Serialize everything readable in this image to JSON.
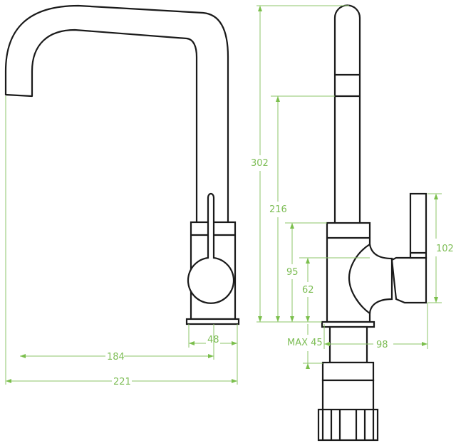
{
  "title": "Faucet dimension drawing",
  "dimension_color": "#7dbd55",
  "dimensions": {
    "overall_height": "302",
    "spout_height": "216",
    "body_height": "95",
    "connector_height": "62",
    "max_countertop": "MAX 45",
    "handle_reach": "98",
    "handle_height": "102",
    "spout_reach": "184",
    "base_diameter": "48",
    "overall_reach": "221"
  }
}
